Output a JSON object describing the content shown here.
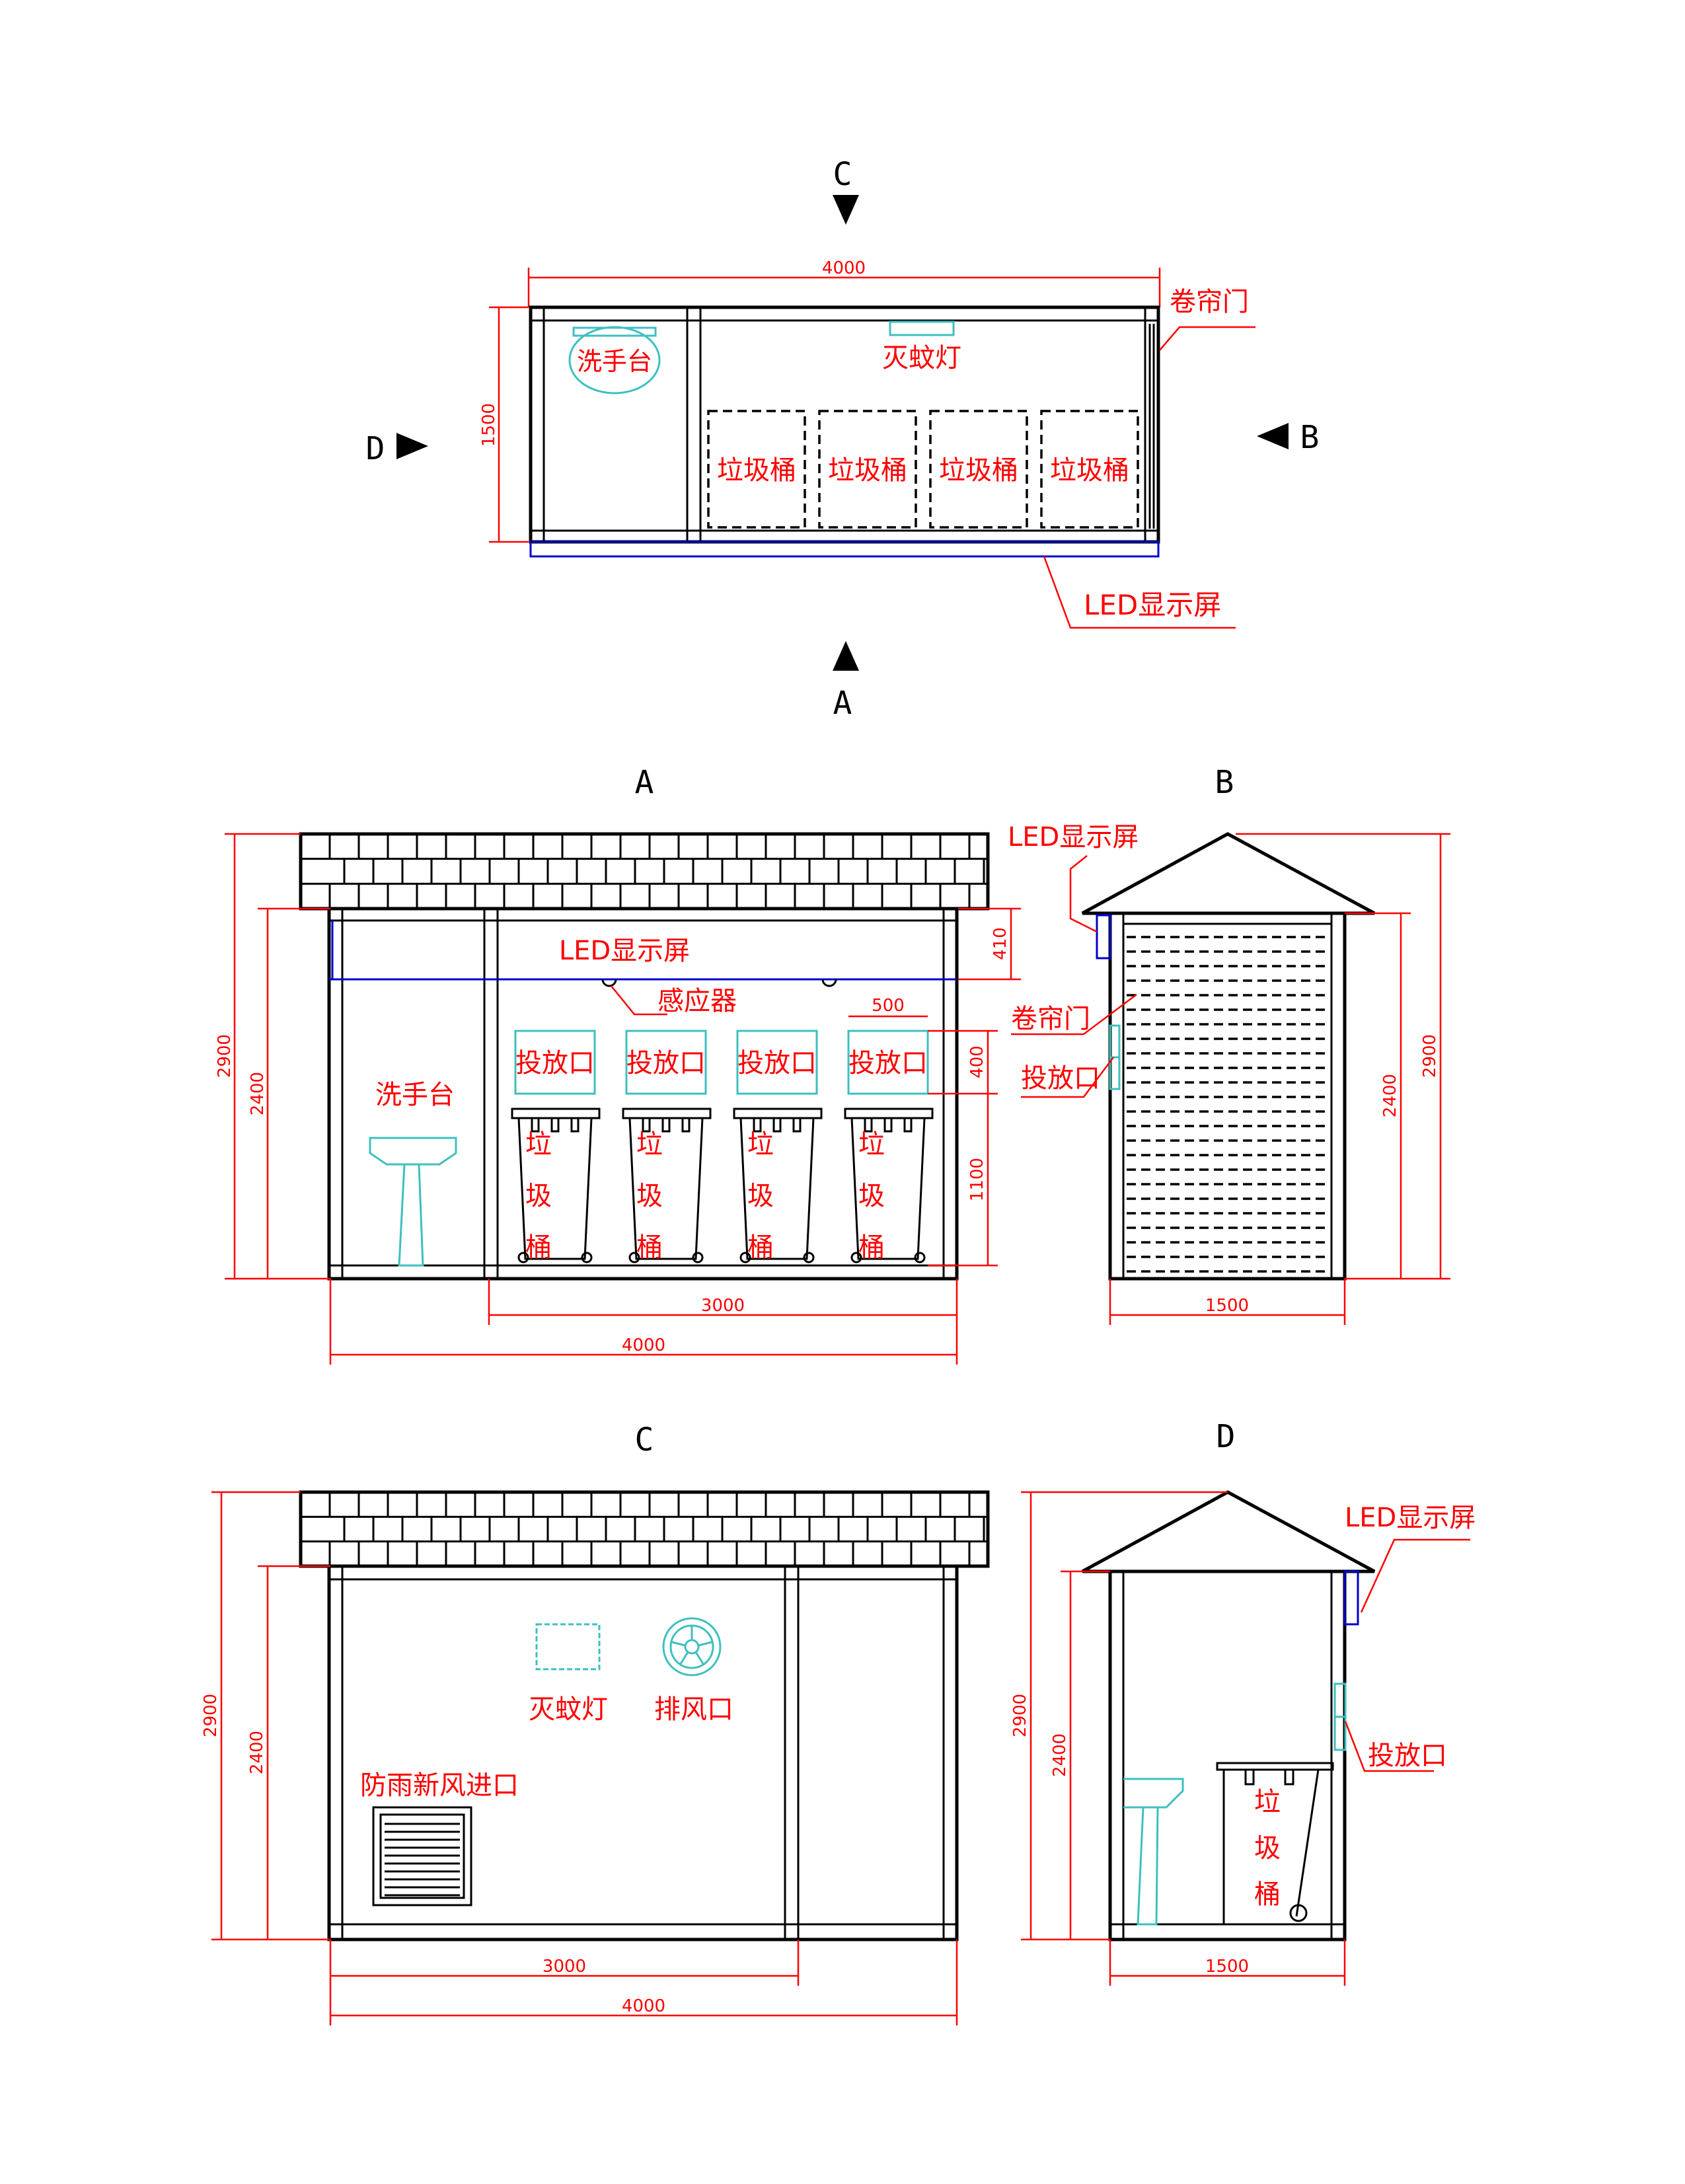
{
  "colors": {
    "outline": "#000000",
    "dimension": "#ff0000",
    "label": "#ff0000",
    "led": "#0000cc",
    "fixture": "#3fbfbf"
  },
  "plan": {
    "markers": {
      "c": "C",
      "a": "A",
      "b": "B",
      "d": "D"
    },
    "dims": {
      "width": "4000",
      "depth": "1500"
    },
    "labels": {
      "sink": "洗手台",
      "lamp": "灭蚊灯",
      "door": "卷帘门",
      "led": "LED显示屏",
      "bins": [
        "垃圾桶",
        "垃圾桶",
        "垃圾桶",
        "垃圾桶"
      ]
    }
  },
  "view_a": {
    "title": "A",
    "labels": {
      "led": "LED显示屏",
      "sensor": "感应器",
      "sink": "洗手台",
      "slots": [
        "投放口",
        "投放口",
        "投放口",
        "投放口"
      ],
      "bin_text": [
        "垃",
        "圾",
        "桶"
      ]
    },
    "dims": {
      "total_h": "2900",
      "wall_h": "2400",
      "led_h": "410",
      "slot_w": "500",
      "slot_h": "400",
      "bin_h": "1100",
      "inner_w": "3000",
      "outer_w": "4000"
    }
  },
  "view_b": {
    "title": "B",
    "labels": {
      "led": "LED显示屏",
      "door": "卷帘门",
      "slot": "投放口"
    },
    "dims": {
      "total_h": "2900",
      "wall_h": "2400",
      "width": "1500"
    }
  },
  "view_c": {
    "title": "C",
    "labels": {
      "lamp": "灭蚊灯",
      "fan": "排风口",
      "vent": "防雨新风进口"
    },
    "dims": {
      "total_h": "2900",
      "wall_h": "2400",
      "inner_w": "3000",
      "outer_w": "4000"
    }
  },
  "view_d": {
    "title": "D",
    "labels": {
      "led": "LED显示屏",
      "slot": "投放口",
      "bin_text": [
        "垃",
        "圾",
        "桶"
      ]
    },
    "dims": {
      "total_h": "2900",
      "wall_h": "2400",
      "width": "1500"
    }
  },
  "icons": [
    "section-arrow-icon",
    "sink-icon",
    "mosquito-lamp-icon",
    "exhaust-fan-icon",
    "vent-grille-icon",
    "wheel-icon"
  ]
}
